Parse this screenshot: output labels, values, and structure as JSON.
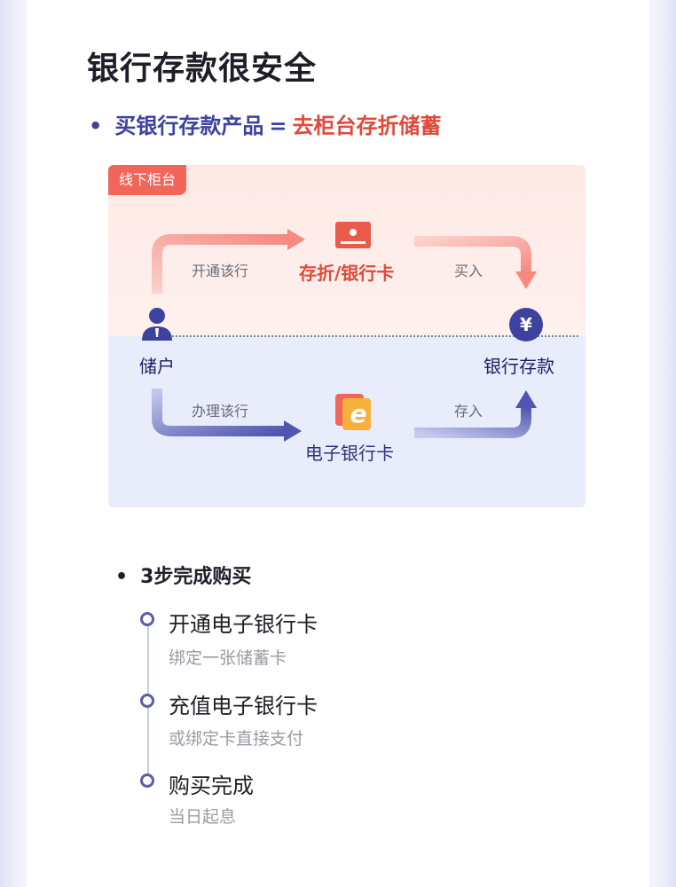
{
  "title": "银行存款很安全",
  "headline": {
    "bullet": "•",
    "part1": "买银行存款产品",
    "equals": "=",
    "part2": "去柜台存折储蓄"
  },
  "diagram": {
    "tag": "线下柜台",
    "offline_step": "开通该行",
    "offline_product": "存折/银行卡",
    "offline_action": "买入",
    "user_label": "储户",
    "deposit_label": "银行存款",
    "deposit_symbol": "¥",
    "online_step": "办理该行",
    "online_product": "电子银行卡",
    "online_action": "存入",
    "ecard_letter": "e",
    "colors": {
      "offline_bg": "#fde9e6",
      "online_bg": "#e8ecfb",
      "red": "#e04a3a",
      "navy": "#3d42a0"
    }
  },
  "steps": {
    "bullet": "•",
    "heading": "3步完成购买",
    "items": [
      {
        "title": "开通电子银行卡",
        "sub": "绑定一张储蓄卡"
      },
      {
        "title": "充值电子银行卡",
        "sub": "或绑定卡直接支付"
      },
      {
        "title": "购买完成",
        "sub": "当日起息"
      }
    ]
  }
}
